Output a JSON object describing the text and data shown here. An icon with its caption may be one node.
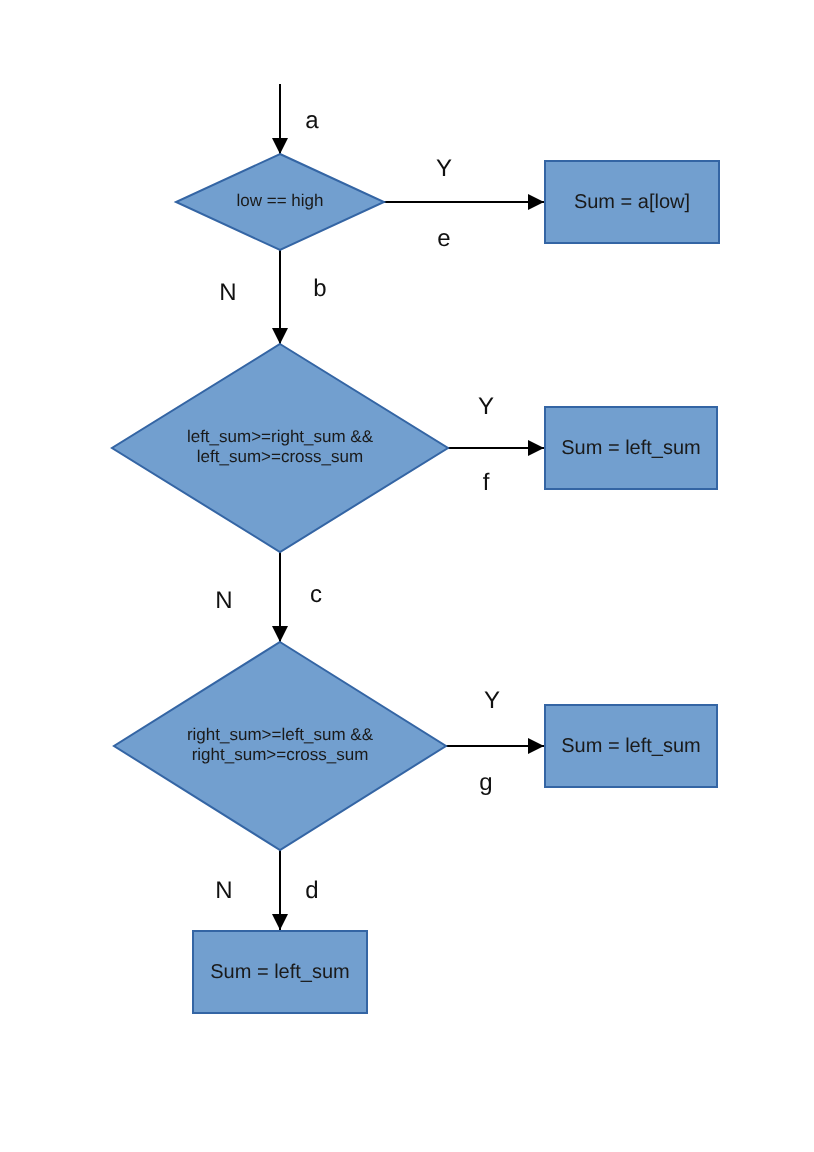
{
  "diagram": {
    "nodes": [
      {
        "text": [
          "low == high"
        ]
      },
      {
        "text": [
          "Sum = a[low]"
        ]
      },
      {
        "text": [
          "left_sum>=right_sum && left_sum>=cross_sum"
        ]
      },
      {
        "text": [
          "Sum = left_sum"
        ]
      },
      {
        "text": [
          "right_sum>=left_sum && right_sum>=cross_sum"
        ]
      },
      {
        "text": [
          "Sum = left_sum"
        ]
      },
      {
        "text": [
          "Sum = left_sum"
        ]
      }
    ],
    "edges": [
      {
        "from": null,
        "to": 0,
        "arrow": "to",
        "label": "a"
      },
      {
        "from": 0,
        "to": 1,
        "arrow": "to",
        "label": "e"
      },
      {
        "from": 0,
        "to": 2,
        "arrow": "to",
        "label": "b"
      },
      {
        "from": 2,
        "to": 3,
        "arrow": "to",
        "label": "f"
      },
      {
        "from": 2,
        "to": 4,
        "arrow": "to",
        "label": "c"
      },
      {
        "from": 4,
        "to": 5,
        "arrow": "to",
        "label": "g"
      },
      {
        "from": 4,
        "to": 6,
        "arrow": "to",
        "label": "d"
      }
    ],
    "labels": [
      "Y",
      "N",
      "Y",
      "N",
      "Y",
      "N"
    ]
  }
}
